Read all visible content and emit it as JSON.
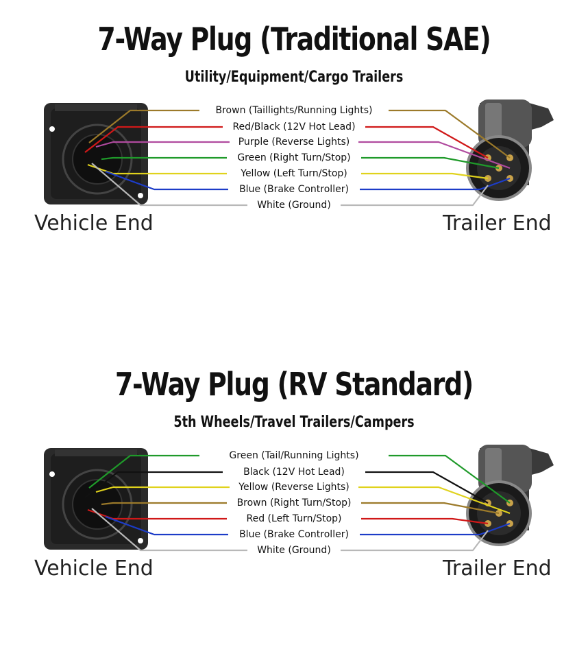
{
  "diagrams": [
    {
      "title": "7-Way Plug (Traditional SAE)",
      "subtitle": "Utility/Equipment/Cargo Trailers",
      "vehicle_end_label": "Vehicle End",
      "trailer_end_label": "Trailer End",
      "wires": [
        {
          "label": "Brown (Taillights/Running Lights)",
          "color": "#9c7a2a"
        },
        {
          "label": "Red/Black (12V Hot Lead)",
          "color": "#d01818"
        },
        {
          "label": "Purple (Reverse Lights)",
          "color": "#b04a9e"
        },
        {
          "label": "Green (Right Turn/Stop)",
          "color": "#1f9a2a"
        },
        {
          "label": "Yellow (Left Turn/Stop)",
          "color": "#e0d21c"
        },
        {
          "label": "Blue (Brake Controller)",
          "color": "#1c3cc8"
        },
        {
          "label": "White (Ground)",
          "color": "#b8b8b8"
        }
      ]
    },
    {
      "title": "7-Way Plug (RV Standard)",
      "subtitle": "5th Wheels/Travel Trailers/Campers",
      "vehicle_end_label": "Vehicle End",
      "trailer_end_label": "Trailer End",
      "wires": [
        {
          "label": "Green (Tail/Running Lights)",
          "color": "#1f9a2a"
        },
        {
          "label": "Black (12V Hot Lead)",
          "color": "#111111"
        },
        {
          "label": "Yellow (Reverse Lights)",
          "color": "#e0d21c"
        },
        {
          "label": "Brown (Right Turn/Stop)",
          "color": "#9c7a2a"
        },
        {
          "label": "Red (Left Turn/Stop)",
          "color": "#d01818"
        },
        {
          "label": "Blue (Brake Controller)",
          "color": "#1c3cc8"
        },
        {
          "label": "White (Ground)",
          "color": "#b8b8b8"
        }
      ]
    }
  ]
}
